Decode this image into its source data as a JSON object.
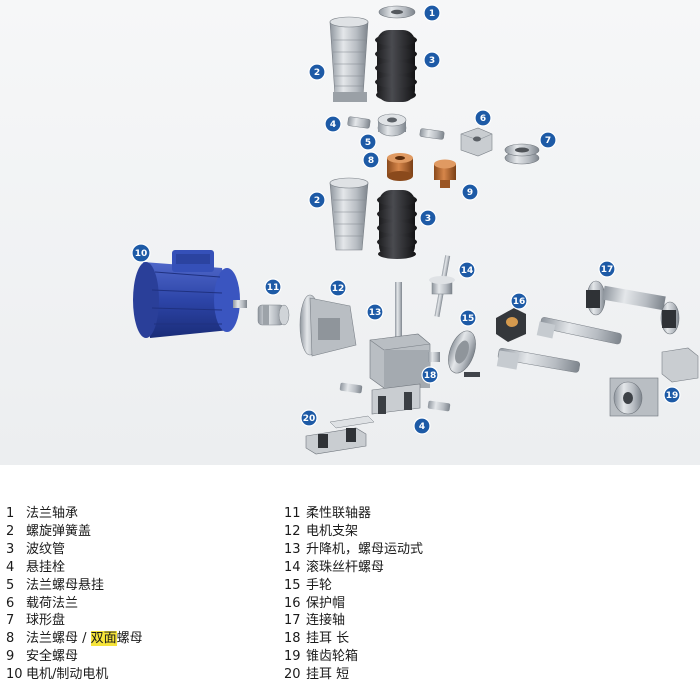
{
  "callouts": [
    "1",
    "2",
    "3",
    "4",
    "5",
    "6",
    "7",
    "8",
    "9",
    "2",
    "3",
    "10",
    "11",
    "12",
    "13",
    "14",
    "15",
    "16",
    "17",
    "18",
    "19",
    "20",
    "4"
  ],
  "legend": {
    "left": [
      {
        "num": "1",
        "label": "法兰轴承"
      },
      {
        "num": "2",
        "label": "螺旋弹簧盖"
      },
      {
        "num": "3",
        "label": "波纹管"
      },
      {
        "num": "4",
        "label": "悬挂栓"
      },
      {
        "num": "5",
        "label": "法兰螺母悬挂"
      },
      {
        "num": "6",
        "label": "载荷法兰"
      },
      {
        "num": "7",
        "label": "球形盘"
      },
      {
        "num": "8",
        "label": "法兰螺母 / ",
        "highlight": "双面",
        "label_after": "螺母"
      },
      {
        "num": "9",
        "label": "安全螺母"
      },
      {
        "num": "10",
        "label": "电机/制动电机"
      }
    ],
    "right": [
      {
        "num": "11",
        "label": "柔性联轴器"
      },
      {
        "num": "12",
        "label": "电机支架"
      },
      {
        "num": "13",
        "label": "升降机，螺母运动式"
      },
      {
        "num": "14",
        "label": "滚珠丝杆螺母"
      },
      {
        "num": "15",
        "label": "手轮"
      },
      {
        "num": "16",
        "label": "保护帽"
      },
      {
        "num": "17",
        "label": "连接轴"
      },
      {
        "num": "18",
        "label": "挂耳  长"
      },
      {
        "num": "19",
        "label": "锥齿轮箱"
      },
      {
        "num": "20",
        "label": "挂耳  短"
      }
    ]
  }
}
